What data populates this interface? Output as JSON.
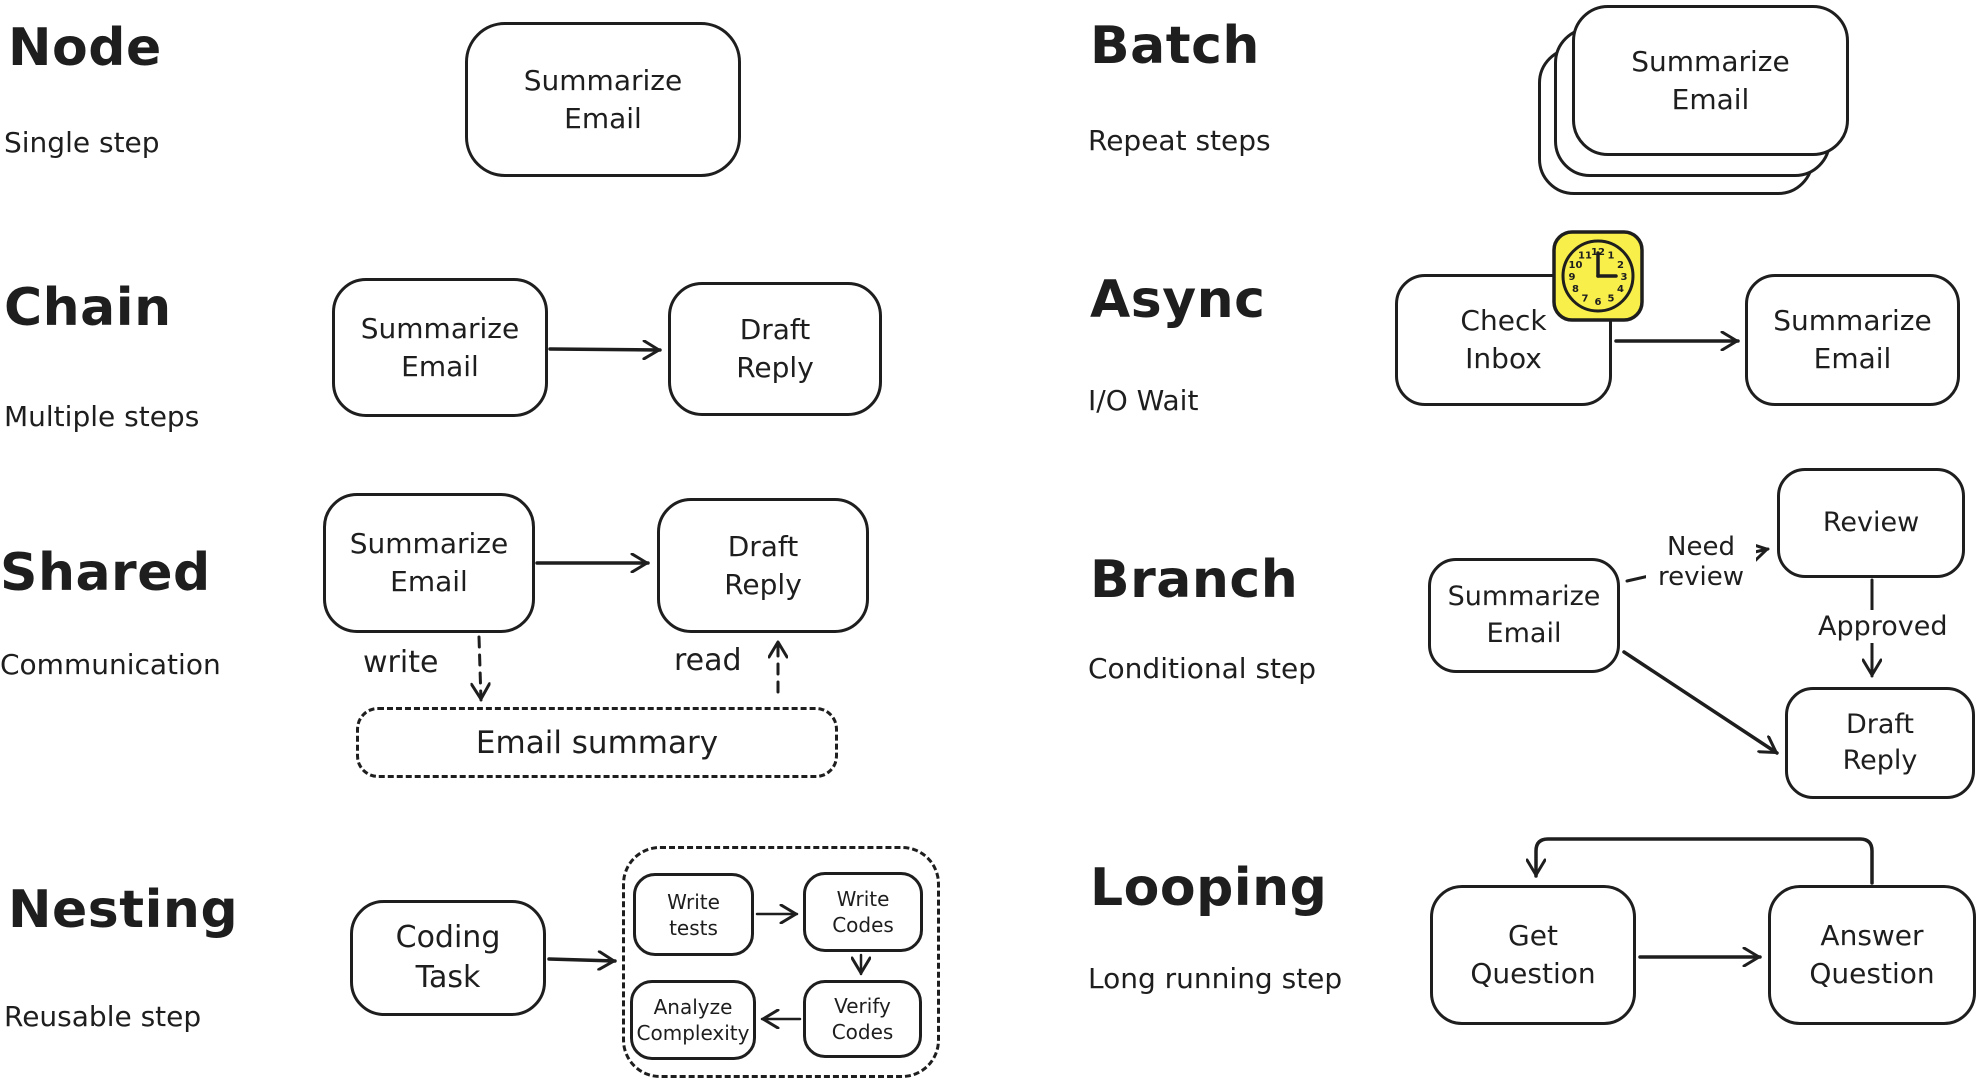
{
  "canvas": {
    "background": "#ffffff",
    "ink": "#1e1e1e"
  },
  "sections": {
    "node": {
      "title": "Node",
      "subtitle": "Single step",
      "box": "Summarize\nEmail"
    },
    "chain": {
      "title": "Chain",
      "subtitle": "Multiple steps",
      "boxes": [
        "Summarize\nEmail",
        "Draft\nReply"
      ]
    },
    "shared": {
      "title": "Shared",
      "subtitle": "Communication",
      "boxes": [
        "Summarize\nEmail",
        "Draft\nReply"
      ],
      "store": "Email summary",
      "labels": {
        "write": "write",
        "read": "read"
      }
    },
    "nesting": {
      "title": "Nesting",
      "subtitle": "Reusable step",
      "task": "Coding\nTask",
      "inner": [
        "Write\ntests",
        "Write\nCodes",
        "Verify\nCodes",
        "Analyze\nComplexity"
      ]
    },
    "batch": {
      "title": "Batch",
      "subtitle": "Repeat steps",
      "box": "Summarize\nEmail"
    },
    "async": {
      "title": "Async",
      "subtitle": "I/O Wait",
      "boxes": [
        "Check\nInbox",
        "Summarize\nEmail"
      ],
      "clock": {
        "icon": "clock-icon",
        "time_shown": "3:00",
        "color": "#f8ef4b",
        "numerals": [
          "12",
          "1",
          "2",
          "3",
          "4",
          "5",
          "6",
          "7",
          "8",
          "9",
          "10",
          "11"
        ]
      }
    },
    "branch": {
      "title": "Branch",
      "subtitle": "Conditional step",
      "boxes": [
        "Summarize\nEmail",
        "Review",
        "Draft\nReply"
      ],
      "labels": {
        "need_review": "Need\nreview",
        "approved": "Approved"
      }
    },
    "looping": {
      "title": "Looping",
      "subtitle": "Long running step",
      "boxes": [
        "Get\nQuestion",
        "Answer\nQuestion"
      ]
    }
  }
}
